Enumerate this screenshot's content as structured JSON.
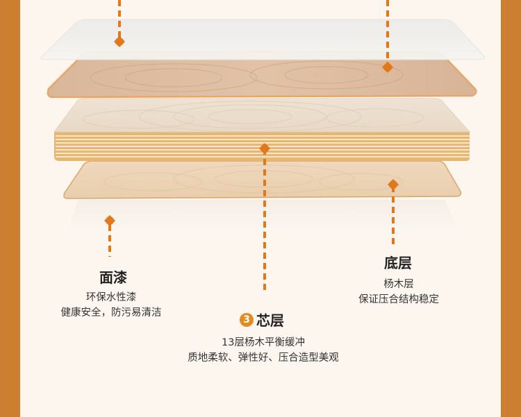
{
  "colors": {
    "frame": "#cc7f30",
    "panel": "#fdf6ef",
    "marker": "#e0781c"
  },
  "labels": {
    "face": {
      "title": "面漆",
      "lines": [
        "环保水性漆",
        "健康安全，防污易清洁"
      ]
    },
    "core": {
      "badge": "3",
      "title": "芯层",
      "lines": [
        "13层杨木平衡缓冲",
        "质地柔软、弹性好、压合造型美观"
      ]
    },
    "bottom": {
      "title": "底层",
      "lines": [
        "杨木层",
        "保证压合结构稳定"
      ]
    }
  }
}
